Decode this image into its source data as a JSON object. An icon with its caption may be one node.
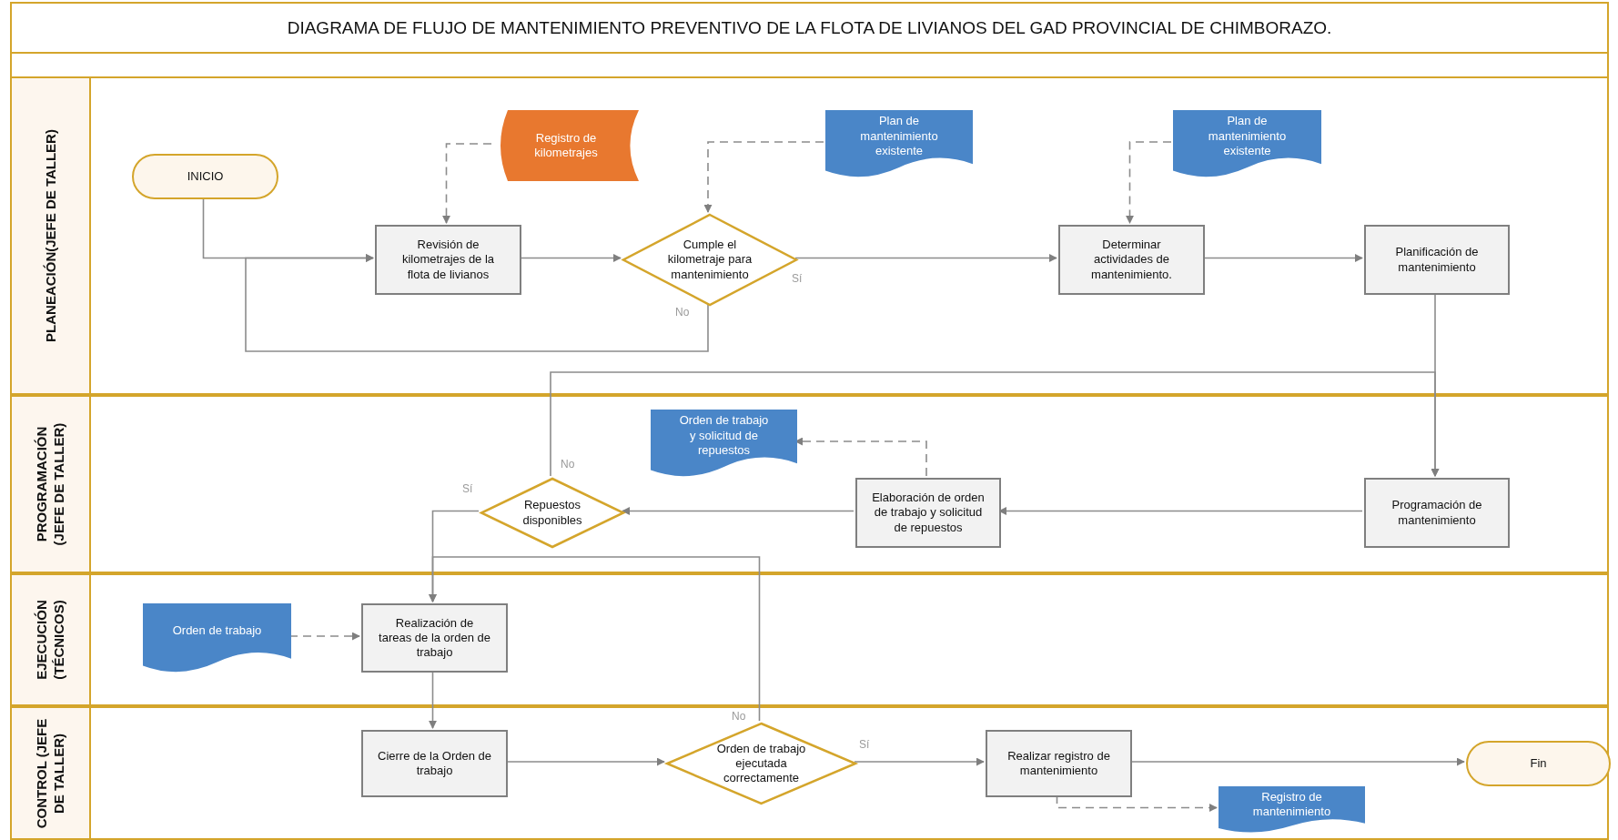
{
  "diagram": {
    "title": "DIAGRAMA DE FLUJO DE MANTENIMIENTO PREVENTIVO DE LA FLOTA DE LIVIANOS DEL GAD PROVINCIAL DE CHIMBORAZO.",
    "nodes": [
      {
        "text": [
          "PLANEACIÓN(JEFE DE TALLER)"
        ]
      },
      {
        "text": [
          "INICIO"
        ],
        "in": 0
      },
      {
        "text": [
          "Registro de kilometrajes"
        ],
        "in": 0
      },
      {
        "text": [
          "Plan de mantenimiento existente"
        ],
        "in": 0
      },
      {
        "text": [
          "Plan de mantenimiento existente"
        ],
        "in": 0
      },
      {
        "text": [
          "Revisión de kilometrajes de la flota de livianos"
        ],
        "in": 0
      },
      {
        "text": [
          "Cumple el kilometraje para mantenimiento"
        ],
        "in": 0
      },
      {
        "text": [
          "Determinar actividades de mantenimiento."
        ],
        "in": 0
      },
      {
        "text": [
          "Planificación de mantenimiento"
        ],
        "in": 0
      },
      {
        "text": [
          "PROGRAMACIÓN (JEFE DE TALLER)"
        ]
      },
      {
        "text": [
          "Orden de trabajo y solicitud de repuestos"
        ],
        "in": 9
      },
      {
        "text": [
          "Repuestos disponibles"
        ],
        "in": 9
      },
      {
        "text": [
          "Elaboración de orden de trabajo y solicitud de repuestos"
        ],
        "in": 9
      },
      {
        "text": [
          "Programación de mantenimiento"
        ],
        "in": 9
      },
      {
        "text": [
          "EJECUCIÓN (TÉCNICOS)"
        ]
      },
      {
        "text": [
          "Orden de trabajo"
        ],
        "in": 14
      },
      {
        "text": [
          "Realización de tareas de la orden de trabajo"
        ],
        "in": 14
      },
      {
        "text": [
          "CONTROL (JEFE DE TALLER)"
        ]
      },
      {
        "text": [
          "Cierre de la Orden de trabajo"
        ],
        "in": 17
      },
      {
        "text": [
          "Orden de trabajo ejecutada correctamente"
        ],
        "in": 17
      },
      {
        "text": [
          "Realizar registro de mantenimiento"
        ],
        "in": 17
      },
      {
        "text": [
          "Fin"
        ],
        "in": 17
      },
      {
        "text": [
          "Registro de mantenimiento"
        ],
        "in": 17
      }
    ],
    "edges": [
      {
        "from": 1,
        "to": 5,
        "arrow": "to"
      },
      {
        "from": 6,
        "to": 5,
        "arrow": "to",
        "label": "No"
      },
      {
        "from": 2,
        "to": 5,
        "arrow": "to",
        "style": "dashed"
      },
      {
        "from": 5,
        "to": 6,
        "arrow": "to"
      },
      {
        "from": 3,
        "to": 6,
        "arrow": "to",
        "style": "dashed"
      },
      {
        "from": 6,
        "to": 7,
        "arrow": "to",
        "label": "Sí"
      },
      {
        "from": 4,
        "to": 7,
        "arrow": "to",
        "style": "dashed"
      },
      {
        "from": 7,
        "to": 8,
        "arrow": "to"
      },
      {
        "from": 8,
        "to": 13,
        "arrow": "to"
      },
      {
        "from": 13,
        "to": 12,
        "arrow": "to"
      },
      {
        "from": 12,
        "to": 10,
        "arrow": "to",
        "style": "dashed"
      },
      {
        "from": 12,
        "to": 11,
        "arrow": "to"
      },
      {
        "from": 11,
        "to": 13,
        "arrow": "to",
        "label": "No"
      },
      {
        "from": 11,
        "to": 16,
        "arrow": "to",
        "label": "Sí"
      },
      {
        "from": 15,
        "to": 16,
        "arrow": "to",
        "style": "dashed"
      },
      {
        "from": 16,
        "to": 18,
        "arrow": "to"
      },
      {
        "from": 18,
        "to": 19,
        "arrow": "to"
      },
      {
        "from": 19,
        "to": 16,
        "arrow": "to",
        "label": "No"
      },
      {
        "from": 19,
        "to": 20,
        "arrow": "to",
        "label": "Sí"
      },
      {
        "from": 20,
        "to": 21,
        "arrow": "to"
      },
      {
        "from": 20,
        "to": 22,
        "arrow": "to",
        "style": "dashed"
      }
    ]
  }
}
